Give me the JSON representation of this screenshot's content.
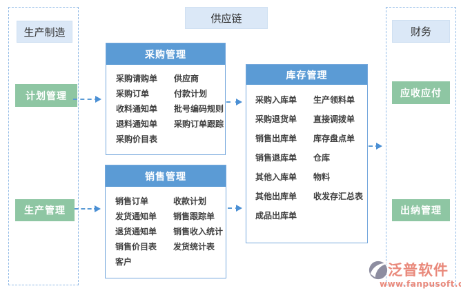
{
  "diagram": {
    "title": "供应链",
    "left_panel": {
      "label": "生产制造",
      "buttons": [
        "计划管理",
        "生产管理"
      ]
    },
    "right_panel": {
      "label": "财务",
      "buttons": [
        "应收应付",
        "出纳管理"
      ]
    },
    "modules": [
      {
        "title": "采购管理",
        "left_items": [
          "采购请购单",
          "采购订单",
          "收料通知单",
          "退料通知单",
          "采购价目表"
        ],
        "right_items": [
          "供应商",
          "付款计划",
          "批号编码规则",
          "采购订单跟踪"
        ]
      },
      {
        "title": "销售管理",
        "left_items": [
          "销售订单",
          "发货通知单",
          "退货通知单",
          "销售价目表",
          "客户"
        ],
        "right_items": [
          "收款计划",
          "销售跟踪单",
          "销售收入统计",
          "发货统计表"
        ]
      },
      {
        "title": "库存管理",
        "left_items": [
          "采购入库单",
          "采购退货单",
          "销售出库单",
          "销售退库单",
          "其他入库单",
          "其他出库单",
          "成品出库单"
        ],
        "right_items": [
          "生产领料单",
          "直接调拨单",
          "库存盘点单",
          "仓库",
          "物料",
          "收发存汇总表"
        ]
      }
    ],
    "logo": {
      "brand": "泛普软件",
      "url": "www.fanpusoft.com"
    },
    "colors": {
      "module_header_blue": "#5b9bd5",
      "label_blue_bg": "#dbe8f7",
      "button_green": "#8ec6a3",
      "dashed_border_blue": "#8fb9e6",
      "arrow_blue": "#4a8fd4",
      "logo_coral": "#e9897b",
      "logo_gray": "#8d8da0",
      "item_text": "#3f3f3f"
    }
  }
}
